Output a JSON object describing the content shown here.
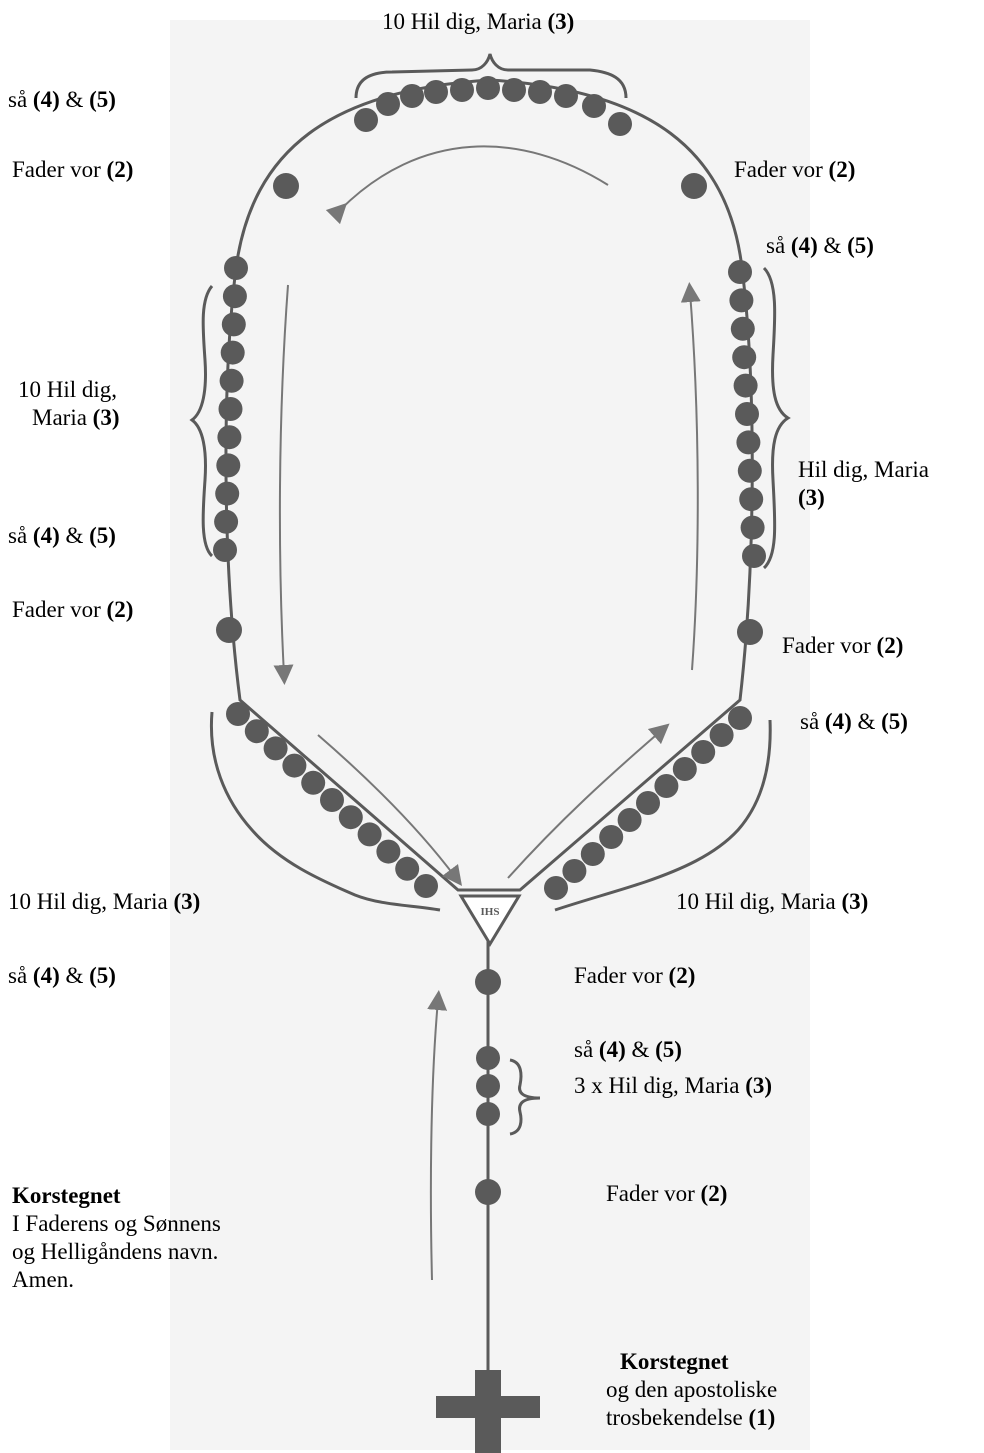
{
  "colors": {
    "bead": "#5a5a5a",
    "paper": "#f4f4f4",
    "ink": "#000000",
    "arrow": "#777777"
  },
  "medallion": {
    "text": "IHS"
  },
  "labels": {
    "top_hail": {
      "pre": "10 Hil dig, Maria ",
      "num": "(3)"
    },
    "tl_saa": {
      "pre": "så ",
      "n1": "(4)",
      "mid": " & ",
      "n2": "(5)"
    },
    "tl_fader": {
      "pre": "Fader vor ",
      "num": "(2)"
    },
    "tr_fader": {
      "pre": "Fader vor ",
      "num": "(2)"
    },
    "tr_saa": {
      "pre": "så ",
      "n1": "(4)",
      "mid": " & ",
      "n2": "(5)"
    },
    "l_hail_1": "10 Hil dig,",
    "l_hail_2": {
      "pre": "Maria ",
      "num": "(3)"
    },
    "r_hail_1": "Hil dig, Maria",
    "r_hail_2": "(3)",
    "l_saa": {
      "pre": "så ",
      "n1": "(4)",
      "mid": " & ",
      "n2": "(5)"
    },
    "l_fader": {
      "pre": "Fader vor ",
      "num": "(2)"
    },
    "r_fader": {
      "pre": "Fader vor ",
      "num": "(2)"
    },
    "r_saa": {
      "pre": "så ",
      "n1": "(4)",
      "mid": " & ",
      "n2": "(5)"
    },
    "bl_hail": {
      "pre": "10 Hil dig, Maria ",
      "num": "(3)"
    },
    "br_hail": {
      "pre": "10 Hil dig, Maria ",
      "num": "(3)"
    },
    "bl_saa": {
      "pre": "så ",
      "n1": "(4)",
      "mid": " & ",
      "n2": "(5)"
    },
    "stem_fader1": {
      "pre": "Fader vor ",
      "num": "(2)"
    },
    "stem_saa": {
      "pre": "så ",
      "n1": "(4)",
      "mid": " & ",
      "n2": "(5)"
    },
    "stem_hail": {
      "pre": "3 x Hil dig, Maria ",
      "num": "(3)"
    },
    "stem_fader2": {
      "pre": "Fader vor ",
      "num": "(2)"
    },
    "korstegnet_left": {
      "title": "Korstegnet",
      "line1": "I Faderens og Sønnens",
      "line2": "og Helligåndens navn.",
      "line3": "Amen."
    },
    "korstegnet_right": {
      "title": "Korstegnet",
      "line1": "og den apostoliske",
      "line2_pre": "trosbekendelse ",
      "line2_num": "(1)"
    }
  }
}
